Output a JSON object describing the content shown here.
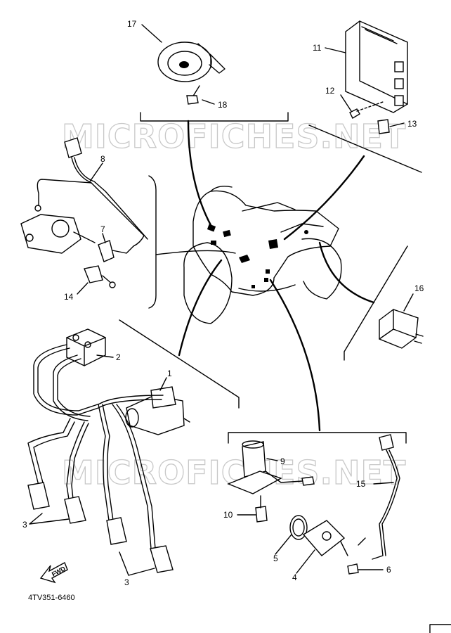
{
  "watermark": "MICROFICHES.NET",
  "diagram_code": "4TV351-6460",
  "fwd_label": "FWD",
  "callouts": [
    "1",
    "2",
    "3",
    "3",
    "4",
    "5",
    "6",
    "7",
    "8",
    "9",
    "10",
    "11",
    "12",
    "13",
    "14",
    "15",
    "16",
    "17",
    "18"
  ],
  "ink_color": "#000000",
  "watermark_color": "#c8c8c8"
}
